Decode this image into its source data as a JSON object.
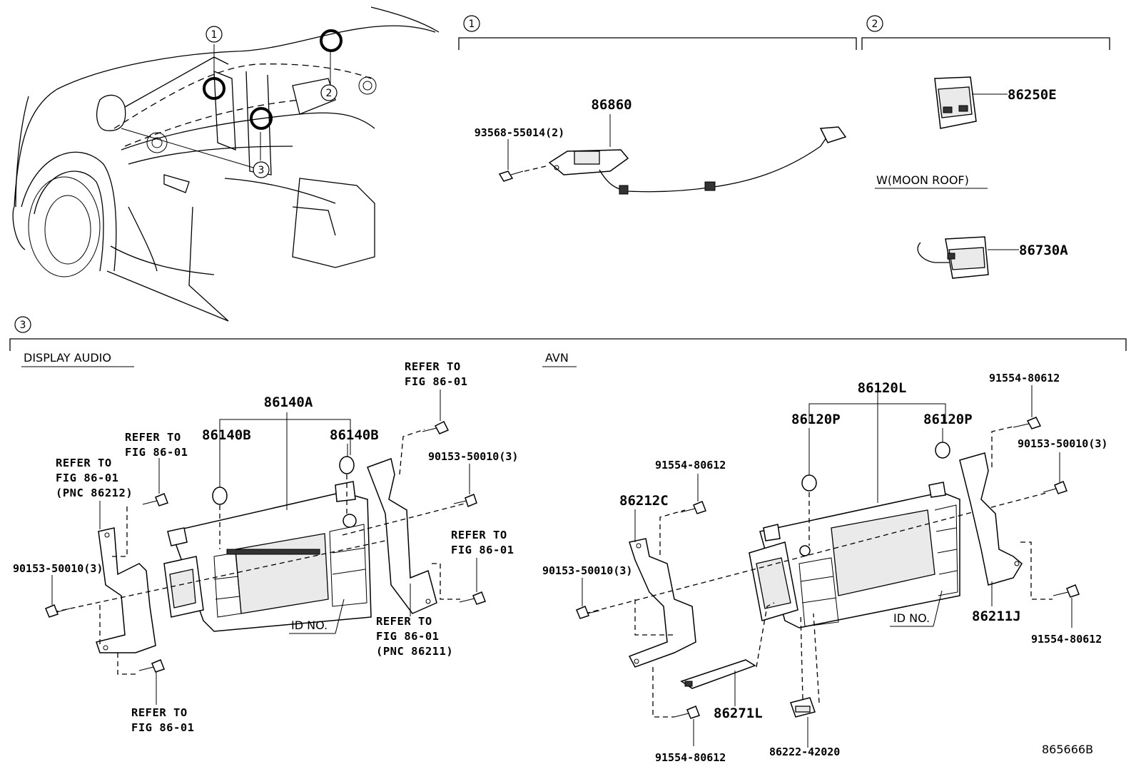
{
  "regions": {
    "r1": "1",
    "r2": "2",
    "r3": "3"
  },
  "overview_callouts": [
    "1",
    "2",
    "3"
  ],
  "section1": {
    "part_86860": "86860",
    "bolt_93568": "93568-55014(2)"
  },
  "section2": {
    "part_86250E": "86250E",
    "caption_moonroof": "W(MOON ROOF)",
    "part_86730A": "86730A"
  },
  "section3": {
    "display_audio": {
      "caption": "DISPLAY AUDIO",
      "part_86140A": "86140A",
      "part_86140B_left": "86140B",
      "part_86140B_right": "86140B",
      "ref_top_right": [
        "REFER TO",
        "FIG 86-01"
      ],
      "ref_upper_left": [
        "REFER TO",
        "FIG 86-01"
      ],
      "ref_left_pnc": [
        "REFER TO",
        "FIG 86-01",
        "(PNC 86212)"
      ],
      "bolt_90153_right": "90153-50010(3)",
      "ref_right_mid": [
        "REFER TO",
        "FIG 86-01"
      ],
      "bolt_90153_left": "90153-50010(3)",
      "id_no": "ID NO.",
      "ref_bottom_right_pnc": [
        "REFER TO",
        "FIG 86-01",
        "(PNC 86211)"
      ],
      "ref_bottom": [
        "REFER TO",
        "FIG 86-01"
      ]
    },
    "avn": {
      "caption": "AVN",
      "part_86120L": "86120L",
      "part_86120P_left": "86120P",
      "part_86120P_right": "86120P",
      "bolt_91554_top_right": "91554-80612",
      "bolt_90153_right": "90153-50010(3)",
      "bolt_91554_mid": "91554-80612",
      "part_86212C": "86212C",
      "bolt_90153_left": "90153-50010(3)",
      "id_no": "ID NO.",
      "part_86211J": "86211J",
      "bolt_91554_right": "91554-80612",
      "part_86271L": "86271L",
      "bolt_91554_bottom": "91554-80612",
      "part_86222": "86222-42020"
    }
  },
  "figure_id": "865666B"
}
